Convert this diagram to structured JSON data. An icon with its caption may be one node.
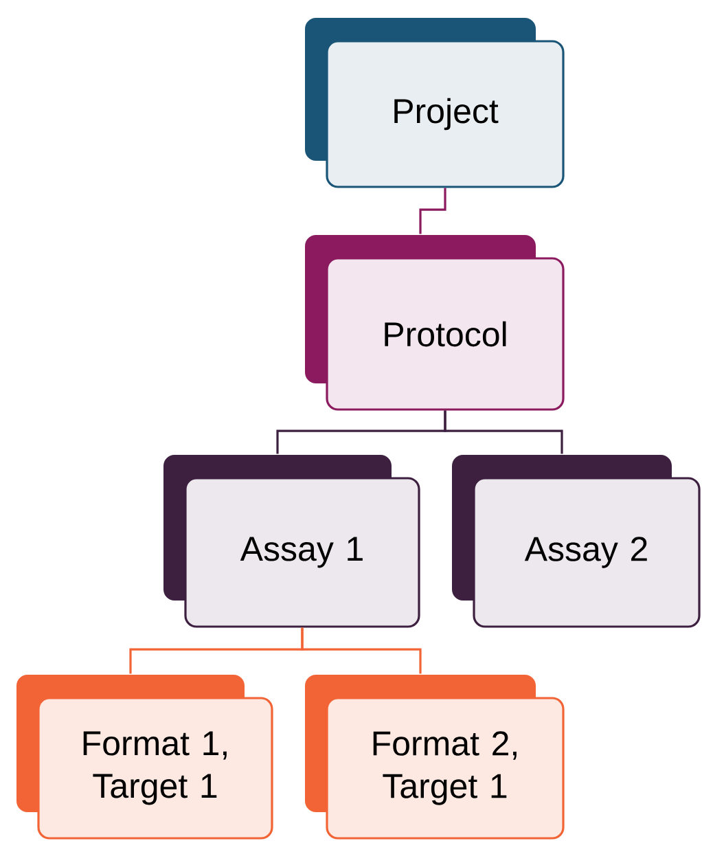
{
  "diagram": {
    "nodes": [
      {
        "text": [
          "Project"
        ]
      },
      {
        "text": [
          "Protocol"
        ]
      },
      {
        "text": [
          "Assay 1"
        ]
      },
      {
        "text": [
          "Assay 2"
        ]
      },
      {
        "text": [
          "Format 1, Target 1"
        ]
      },
      {
        "text": [
          "Format 2, Target 1"
        ]
      }
    ],
    "edges": [
      {
        "from": 0,
        "to": 1,
        "arrow": "none",
        "color": "#8b1a5e"
      },
      {
        "from": 1,
        "to": 2,
        "arrow": "none",
        "color": "#3d1f3f"
      },
      {
        "from": 1,
        "to": 3,
        "arrow": "none",
        "color": "#3d1f3f"
      },
      {
        "from": 2,
        "to": 4,
        "arrow": "none",
        "color": "#f26436"
      },
      {
        "from": 2,
        "to": 5,
        "arrow": "none",
        "color": "#f26436"
      }
    ]
  }
}
